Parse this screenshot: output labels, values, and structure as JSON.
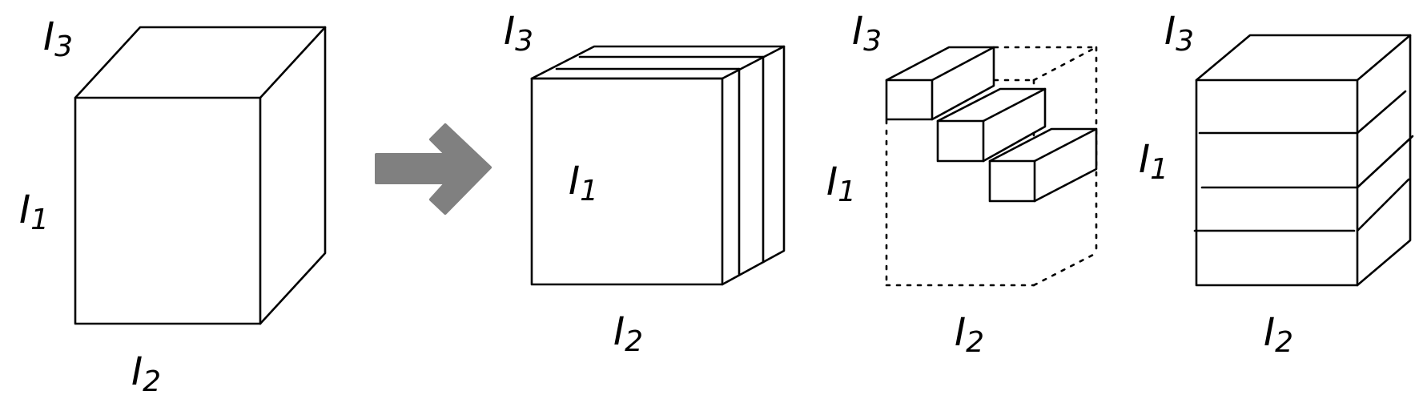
{
  "labels": {
    "symbol": "I",
    "mode1": "1",
    "mode2": "2",
    "mode3": "3"
  },
  "colors": {
    "stroke": "#000000",
    "arrow": "#808080",
    "background": "#ffffff"
  }
}
